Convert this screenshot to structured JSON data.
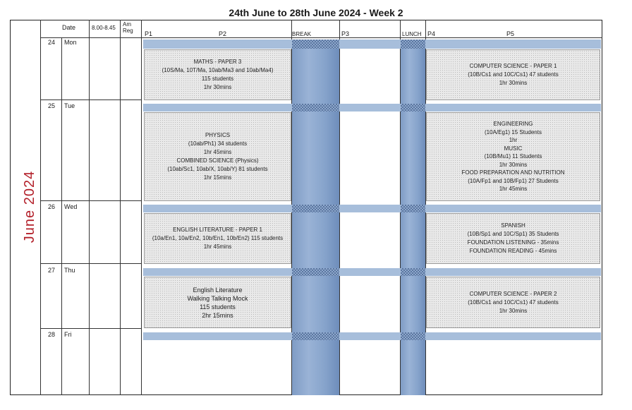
{
  "title": "24th June to 28th June 2024 - Week 2",
  "month": "June 2024",
  "headers": {
    "date": "Date",
    "time": "8.00-8.45",
    "am_reg": "Am\nReg",
    "p1": "P1",
    "p2": "P2",
    "break": "BREAK",
    "p3": "P3",
    "lunch": "LUNCH",
    "p4": "P4",
    "p5": "P5"
  },
  "days": [
    {
      "num": "24",
      "name": "Mon"
    },
    {
      "num": "25",
      "name": "Tue"
    },
    {
      "num": "26",
      "name": "Wed"
    },
    {
      "num": "27",
      "name": "Thu"
    },
    {
      "num": "28",
      "name": "Fri"
    }
  ],
  "exams": {
    "mon_am": [
      "MATHS - PAPER 3",
      "(10S/Ma, 10T/Ma, 10ab/Ma3 and 10ab/Ma4)",
      "115 students",
      "1hr 30mins"
    ],
    "mon_pm": [
      "COMPUTER SCIENCE - PAPER 1",
      "(10B/Cs1 and 10C/Cs1)  47 students",
      "1hr 30mins"
    ],
    "tue_am": [
      "PHYSICS",
      "(10ab/Ph1) 34 students",
      "1hr 45mins",
      "COMBINED SCIENCE (Physics)",
      "(10ab/Sc1, 10ab/X, 10ab/Y)  81 students",
      "1hr 15mins"
    ],
    "tue_pm": [
      "ENGINEERING",
      "(10A/Eg1) 15 Students",
      "1hr",
      "MUSIC",
      "(10B/Mu1) 11 Students",
      "1hr 30mins",
      "FOOD PREPARATION AND NUTRITION",
      "(10A/Fp1 and 10B/Fp1) 27 Students",
      "1hr 45mins"
    ],
    "wed_am": [
      "ENGLISH LITERATURE - PAPER 1",
      "(10a/En1, 10a/En2, 10b/En1, 10b/En2) 115 students",
      "1hr 45mins"
    ],
    "wed_pm": [
      "SPANISH",
      "(10B/Sp1 and 10C/Sp1) 35 Students",
      "FOUNDATION LISTENING - 35mins",
      "FOUNDATION READING - 45mins"
    ],
    "thu_am": [
      "English Literature",
      "Walking Talking Mock",
      "115 students",
      "2hr 15mins"
    ],
    "thu_pm": [
      "COMPUTER SCIENCE - PAPER 2",
      "(10B/Cs1 and 10C/Cs1)  47 students",
      "1hr 30mins"
    ]
  }
}
